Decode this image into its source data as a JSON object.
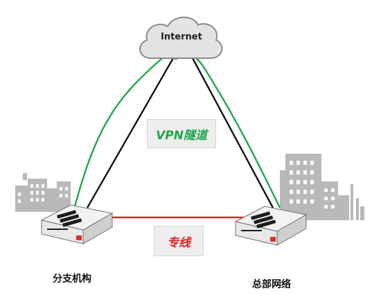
{
  "diagram": {
    "cloud_label": "Internet",
    "vpn_label": "VPN隧道",
    "line_label": "专线",
    "branch_label": "分支机构",
    "hq_label": "总部网络"
  },
  "colors": {
    "vpn": "#1fa64a",
    "dedicated_line": "#e02020",
    "link": "#111111",
    "building": "#b9b9b9",
    "cloud_fill": "#e3e3e3",
    "cloud_stroke": "#8a8a8a",
    "device_body": "#e8e8e8",
    "device_dark": "#1c1c1c",
    "device_logo": "#d8332c"
  },
  "icons": {
    "cloud": "cloud-icon",
    "branch_building": "building-icon",
    "hq_building": "building-icon",
    "branch_device": "firewall-device-icon",
    "hq_device": "firewall-device-icon"
  }
}
